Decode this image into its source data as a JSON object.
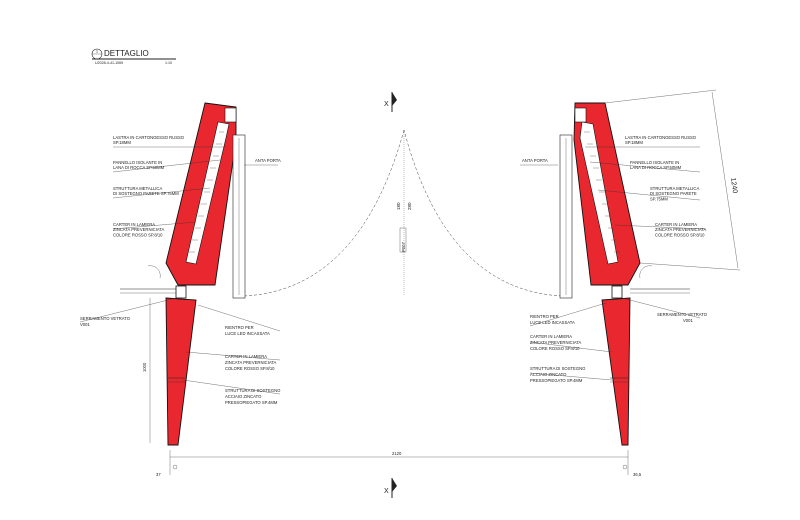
{
  "title": {
    "number": "1",
    "label": "DETTAGLIO",
    "reference": "U2028-4-41-1069",
    "scale": "1:10"
  },
  "section_marker": {
    "top": "X",
    "bottom": "X"
  },
  "left_notes": [
    {
      "lines": [
        "LASTRA IN CARTONGESSO RUSSO",
        "SP.18MM"
      ]
    },
    {
      "lines": [
        "PANNELLO ISOLANTE IN",
        "LANA DI ROCCA SP.50MM"
      ]
    },
    {
      "lines": [
        "STRUTTURA METALLICA",
        "DI SOSTEGNO PARETE SP.75MM"
      ]
    },
    {
      "lines": [
        "CARTER IN LAMIERA",
        "ZINCATA PREVERNICIATA",
        "COLORE ROSSO SP.8/10"
      ]
    }
  ],
  "left_door_label": "ANTA PORTA",
  "left_glazing": {
    "line1": "SERRAMENTO VETRATO",
    "line2": "V001"
  },
  "left_lower_notes": [
    {
      "lines": [
        "RIENTRO PER",
        "LUCE LED INCASSATA"
      ]
    },
    {
      "lines": [
        "CARTER IN LAMIERA",
        "ZINCATA PREVERNICIATA",
        "COLORE ROSSO SP.8/10"
      ]
    },
    {
      "lines": [
        "STRUTTURA DI SOSTEGNO",
        "ACCIAIO ZINCATO",
        "PRESSOPIEGATO SP.4MM"
      ]
    }
  ],
  "right_notes": [
    {
      "lines": [
        "LASTRA IN CARTONGESSO RUSSO",
        "SP.18MM"
      ]
    },
    {
      "lines": [
        "PANNELLO ISOLANTE IN",
        "LANA DI ROCCA SP.50MM"
      ]
    },
    {
      "lines": [
        "STRUTTURA METALLICA",
        "DI SOSTEGNO PARETE",
        "SP.75MM"
      ]
    },
    {
      "lines": [
        "CARTER IN LAMIERA",
        "ZINCATA PREVERNICIATA",
        "COLORE ROSSO SP.8/10"
      ]
    }
  ],
  "right_door_label": "ANTA PORTA",
  "right_glazing": {
    "line1": "SERRAMENTO VETRATO",
    "line2": "V001"
  },
  "right_lower_notes": [
    {
      "lines": [
        "RIENTRO PER",
        "LUCE LED INCASSATA"
      ]
    },
    {
      "lines": [
        "CARTER IN LAMIERA",
        "ZINCATA PREVERNICIATA",
        "COLORE ROSSO SP.8/10"
      ]
    },
    {
      "lines": [
        "STRUTTURA DI SOSTEGNO",
        "ACCIAIO ZINCATO",
        "PRESSOPIEGATO SP.4MM"
      ]
    }
  ],
  "dimensions": {
    "diagonal": "1240",
    "center_a": "180",
    "center_b": "280",
    "center_c": "P007",
    "height_left": "1000",
    "bottom_width": "2120",
    "bottom_left": "37",
    "bottom_right": "36,5"
  },
  "colors": {
    "carter": "#e8272e",
    "line": "#222222"
  }
}
